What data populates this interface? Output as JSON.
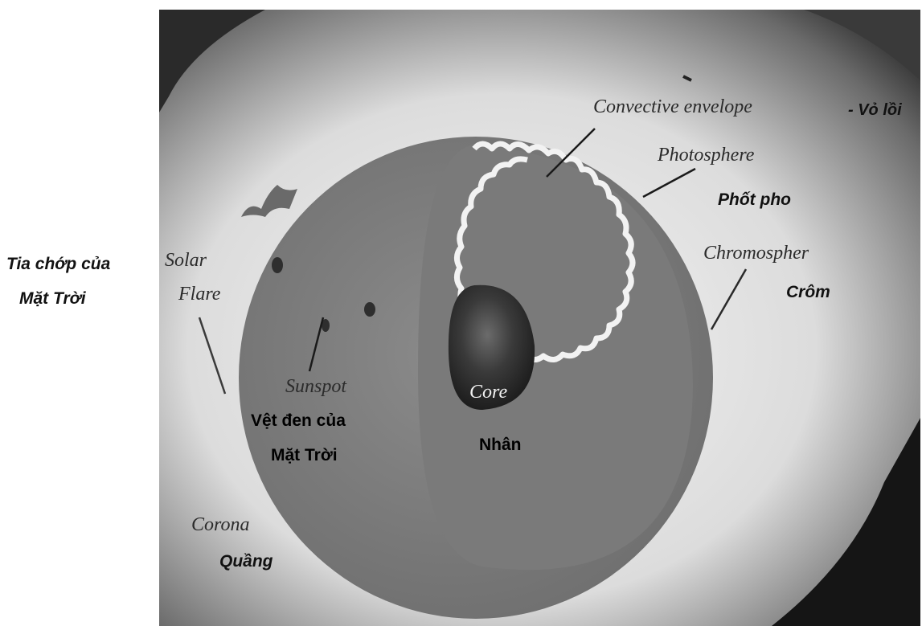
{
  "labels": {
    "convective_envelope": "Convective envelope",
    "vo_loi": "- Vỏ lồi",
    "photosphere": "Photosphere",
    "phot_pho": "Phốt pho",
    "chromosphere": "Chromospher",
    "crom": "Crôm",
    "solar_flare_line1": "Solar",
    "solar_flare_line2": "Flare",
    "tia_chop_line1": "Tia chớp của",
    "tia_chop_line2": "Mặt Trời",
    "sunspot": "Sunspot",
    "vet_den_line1": "Vệt đen của",
    "vet_den_line2": "Mặt Trời",
    "core": "Core",
    "nhan": "Nhân",
    "corona": "Corona",
    "quang": "Quầng"
  },
  "colors": {
    "background": "#ffffff",
    "corona_gradient": "#e6e6e6",
    "dark_corner": "#1a1a1a",
    "sun_body": "#7d7d7d",
    "convective_white": "#f5f5f5",
    "core_dark": "#2a2a2a"
  }
}
